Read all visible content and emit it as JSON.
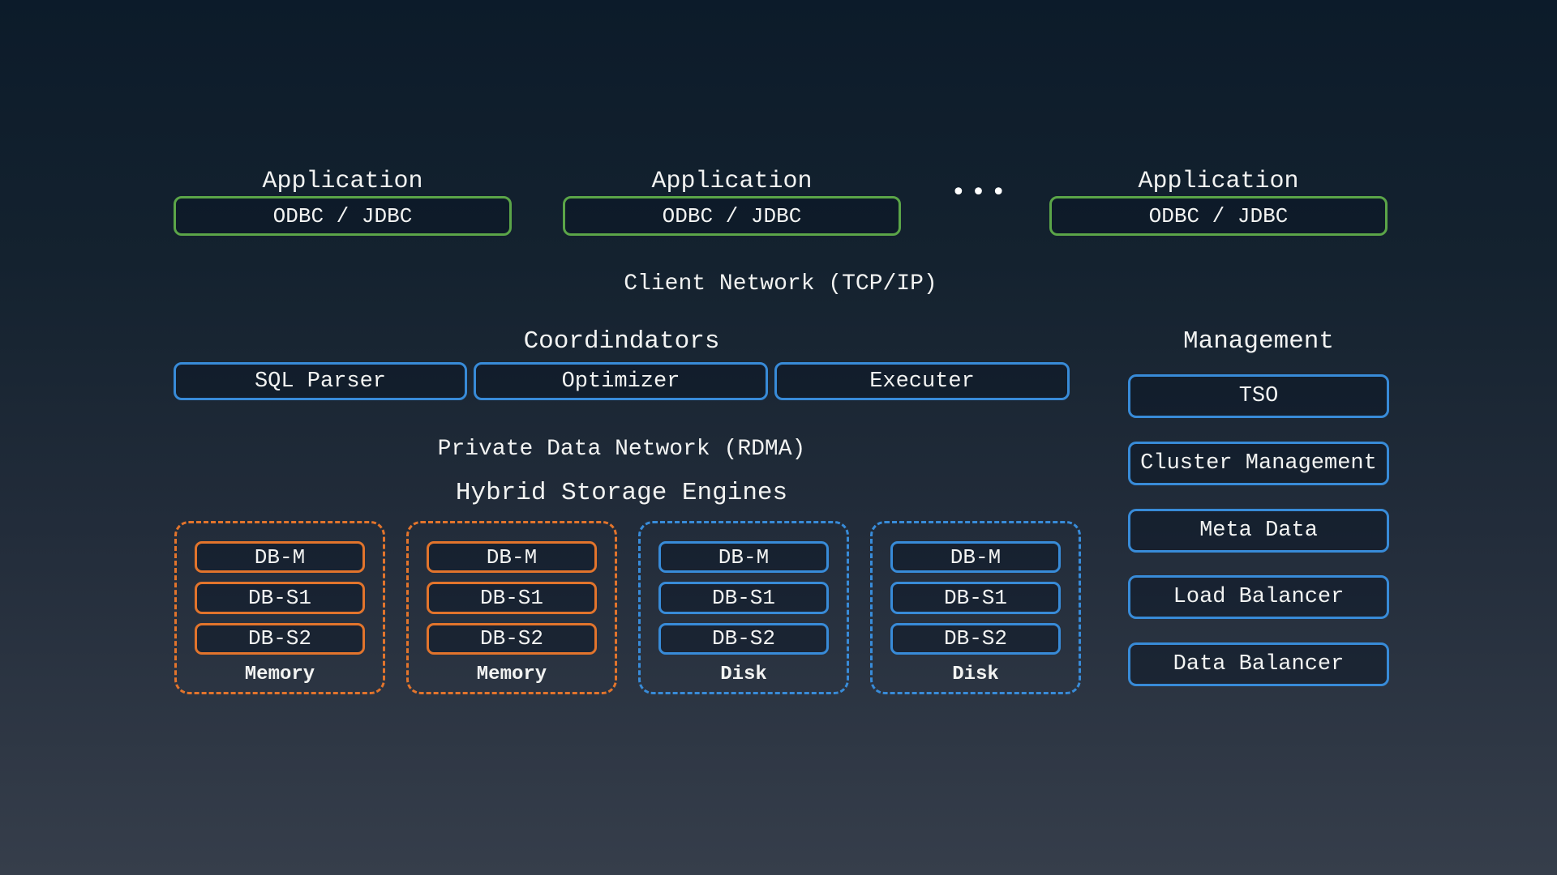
{
  "colors": {
    "background_top": "#0c1b2a",
    "background_bottom": "#363e4b",
    "green": "#5ba548",
    "blue": "#388bd8",
    "orange": "#e2742c",
    "text": "#f2f3f2"
  },
  "applications": {
    "title": "Application",
    "connector": "ODBC / JDBC",
    "more_indicator": "•••"
  },
  "client_network": {
    "label": "Client Network (TCP/IP)"
  },
  "coordinators": {
    "title": "Coordindators",
    "items": [
      "SQL Parser",
      "Optimizer",
      "Executer"
    ]
  },
  "management": {
    "title": "Management",
    "items": [
      "TSO",
      "Cluster Management",
      "Meta Data",
      "Load Balancer",
      "Data Balancer"
    ]
  },
  "private_network": {
    "label": "Private Data Network (RDMA)"
  },
  "storage": {
    "title": "Hybrid Storage Engines",
    "groups": [
      {
        "type": "memory",
        "label": "Memory",
        "nodes": [
          "DB-M",
          "DB-S1",
          "DB-S2"
        ]
      },
      {
        "type": "memory",
        "label": "Memory",
        "nodes": [
          "DB-M",
          "DB-S1",
          "DB-S2"
        ]
      },
      {
        "type": "disk",
        "label": "Disk",
        "nodes": [
          "DB-M",
          "DB-S1",
          "DB-S2"
        ]
      },
      {
        "type": "disk",
        "label": "Disk",
        "nodes": [
          "DB-M",
          "DB-S1",
          "DB-S2"
        ]
      }
    ]
  }
}
